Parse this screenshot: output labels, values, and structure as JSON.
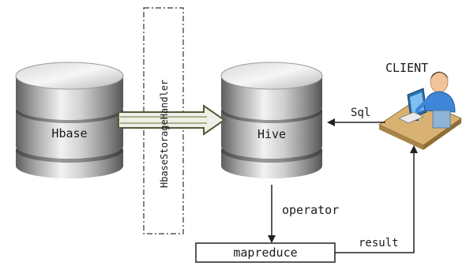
{
  "nodes": {
    "hbase": {
      "label": "Hbase"
    },
    "hive": {
      "label": "Hive"
    },
    "handler": {
      "label": "HbaseStorageHandler"
    },
    "client": {
      "label": "CLIENT"
    },
    "mapreduce": {
      "label": "mapreduce"
    }
  },
  "edges": {
    "sql": {
      "label": "Sql"
    },
    "operator": {
      "label": "operator"
    },
    "result": {
      "label": "result"
    }
  },
  "colors": {
    "cylinder_light": "#e8e8e8",
    "cylinder_dark": "#6e6e6e",
    "arrow_outline": "#4f5a3d",
    "arrow_fill": "#eef0e6",
    "connector": "#222222",
    "desk": "#c8a060",
    "person_body": "#3f86d8",
    "person_skin": "#f3c49a",
    "monitor": "#2a6fb0"
  }
}
